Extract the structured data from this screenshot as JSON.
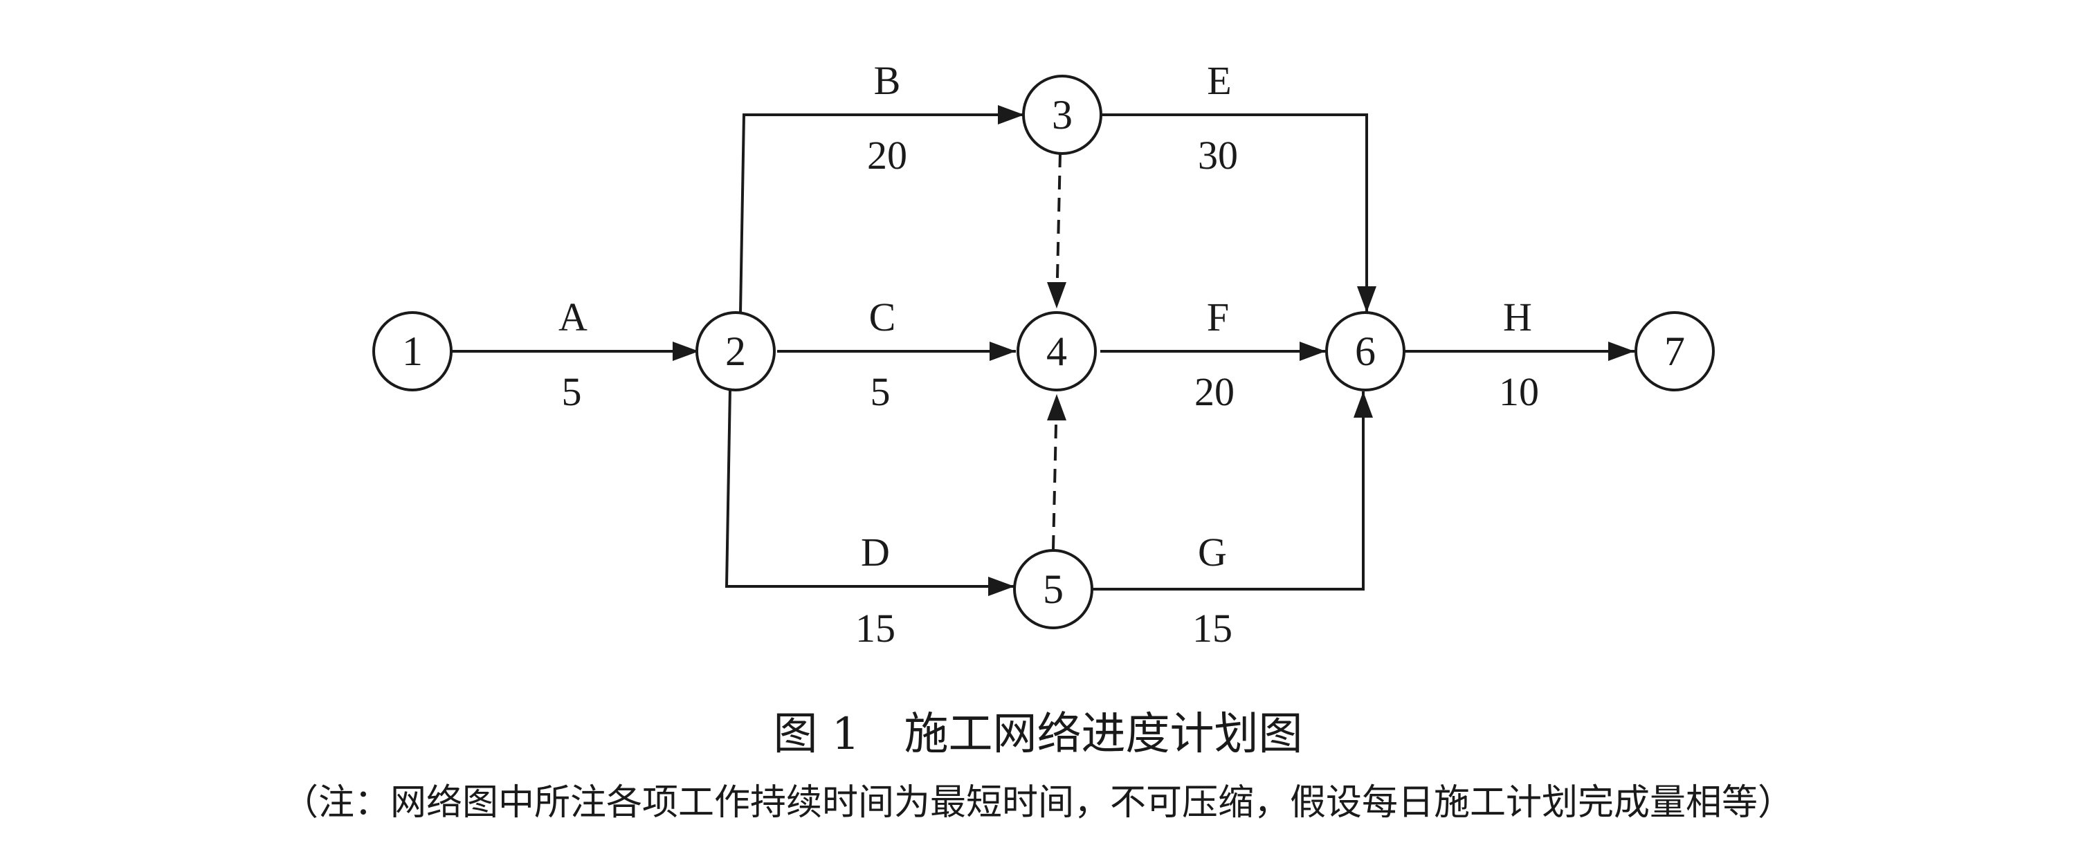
{
  "figure": {
    "title": "图 1　施工网络进度计划图",
    "note": "（注：网络图中所注各项工作持续时间为最短时间，不可压缩，假设每日施工计划完成量相等）"
  },
  "nodes": [
    {
      "id": "1",
      "label": "1"
    },
    {
      "id": "2",
      "label": "2"
    },
    {
      "id": "3",
      "label": "3"
    },
    {
      "id": "4",
      "label": "4"
    },
    {
      "id": "5",
      "label": "5"
    },
    {
      "id": "6",
      "label": "6"
    },
    {
      "id": "7",
      "label": "7"
    }
  ],
  "activities": [
    {
      "name": "A",
      "duration": "5",
      "from": "1",
      "to": "2"
    },
    {
      "name": "B",
      "duration": "20",
      "from": "2",
      "to": "3"
    },
    {
      "name": "C",
      "duration": "5",
      "from": "2",
      "to": "4"
    },
    {
      "name": "D",
      "duration": "15",
      "from": "2",
      "to": "5"
    },
    {
      "name": "E",
      "duration": "30",
      "from": "3",
      "to": "6"
    },
    {
      "name": "F",
      "duration": "20",
      "from": "4",
      "to": "6"
    },
    {
      "name": "G",
      "duration": "15",
      "from": "5",
      "to": "6"
    },
    {
      "name": "H",
      "duration": "10",
      "from": "6",
      "to": "7"
    }
  ],
  "dummies": [
    {
      "from": "3",
      "to": "4"
    },
    {
      "from": "5",
      "to": "4"
    }
  ]
}
